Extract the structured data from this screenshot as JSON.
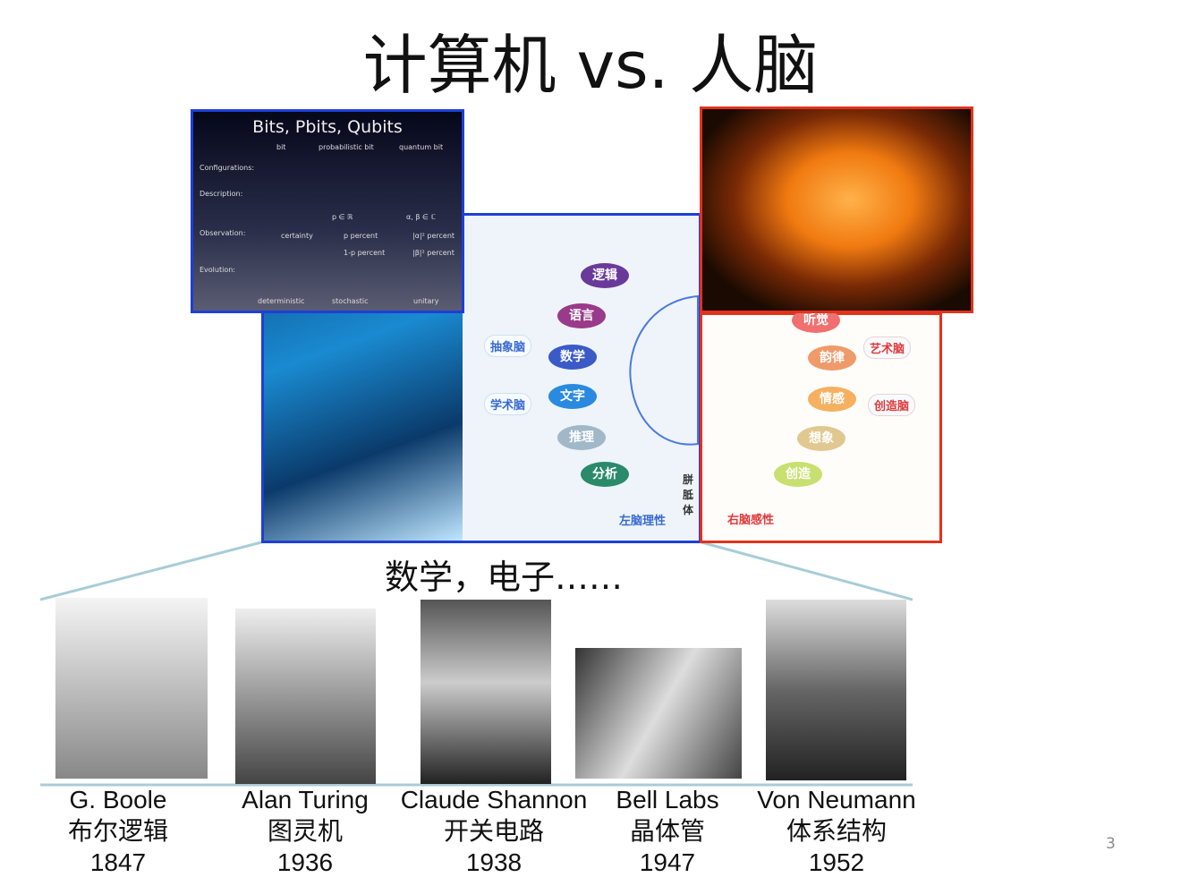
{
  "title": "计算机 vs. 人脑",
  "subtitle": "数学，电子……",
  "page_number": "3",
  "bits_panel": {
    "title": "Bits, Pbits, Qubits",
    "columns": [
      "bit",
      "probabilistic bit",
      "quantum bit"
    ],
    "rows": [
      "Configurations:",
      "Description:",
      "Observation:",
      "Evolution:"
    ],
    "obs": [
      "certainty",
      "p percent",
      "1-p percent",
      "|α|² percent",
      "|β|² percent"
    ],
    "desc_notes": [
      "p ∈ ℝ",
      "α, β ∈ ℂ"
    ],
    "evolution": [
      "deterministic",
      "stochastic",
      "unitary"
    ]
  },
  "brain_diagram": {
    "left": [
      "逻辑",
      "语言",
      "数学",
      "文字",
      "推理",
      "分析"
    ],
    "left_tags": [
      "抽象脑",
      "学术脑"
    ],
    "left_caption": "左脑理性",
    "center": "胼胝体",
    "right": [
      "听觉",
      "韵律",
      "情感",
      "想象",
      "创造"
    ],
    "right_tags": [
      "艺术脑",
      "创造脑"
    ],
    "right_caption": "右脑感性",
    "colors": {
      "left": [
        "#6a3a9a",
        "#9a3a8a",
        "#3a5ac8",
        "#2a8ae0",
        "#a0b8c8",
        "#2a8a6a"
      ],
      "right": [
        "#f07070",
        "#f09a6a",
        "#f5b060",
        "#e0c890",
        "#c8e070"
      ]
    }
  },
  "pioneers": [
    {
      "name": "G. Boole",
      "topic": "布尔逻辑",
      "year": "1847"
    },
    {
      "name": "Alan Turing",
      "topic": "图灵机",
      "year": "1936"
    },
    {
      "name": "Claude Shannon",
      "topic": "开关电路",
      "year": "1938"
    },
    {
      "name": "Bell Labs",
      "topic": "晶体管",
      "year": "1947"
    },
    {
      "name": "Von Neumann",
      "topic": "体系结构",
      "year": "1952"
    }
  ]
}
